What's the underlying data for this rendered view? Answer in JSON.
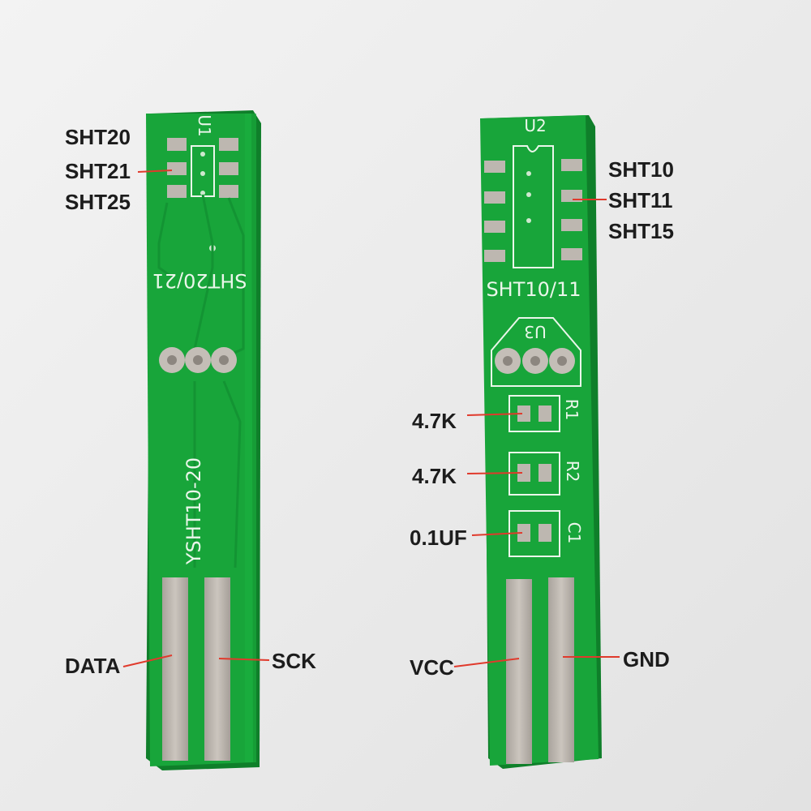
{
  "left_board": {
    "chip_designator": "U1",
    "board_text": "SHT20/21",
    "model_text": "YSHT10-20",
    "sensor_labels": [
      "SHT20",
      "SHT21",
      "SHT25"
    ],
    "pin_labels": {
      "data": "DATA",
      "sck": "SCK"
    }
  },
  "right_board": {
    "chip_designator": "U2",
    "board_text": "SHT10/11",
    "package_designator": "U3",
    "sensor_labels": [
      "SHT10",
      "SHT11",
      "SHT15"
    ],
    "components": [
      {
        "designator": "R1",
        "value": "4.7K"
      },
      {
        "designator": "R2",
        "value": "4.7K"
      },
      {
        "designator": "C1",
        "value": "0.1UF"
      }
    ],
    "pin_labels": {
      "vcc": "VCC",
      "gnd": "GND"
    }
  },
  "colors": {
    "background": "#ececec",
    "pcb_green": "#18a53a",
    "pcb_edge": "#0f7f2a",
    "pad_silver": "#bdb7b0",
    "silkscreen": "#eaf6ea",
    "label_text": "#1c1c1c",
    "leader_line": "#e03a2c"
  }
}
